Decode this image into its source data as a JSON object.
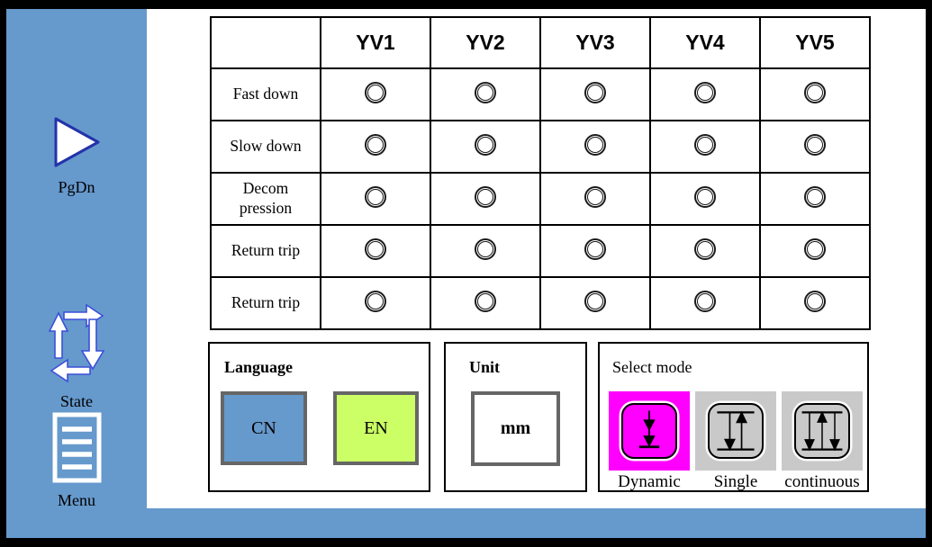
{
  "colors": {
    "frame_black": "#000000",
    "panel_blue": "#6699cc",
    "cn_button_blue": "#6699cc",
    "en_button_green": "#ccff66",
    "selected_mode_magenta": "#ff00ff",
    "mode_button_gray": "#c9c9c9",
    "button_border_gray": "#666666"
  },
  "sidebar": {
    "items": [
      {
        "label": "PgDn",
        "icon": "play-triangle-icon"
      },
      {
        "label": "State",
        "icon": "cycle-arrows-icon"
      },
      {
        "label": "Menu",
        "icon": "document-lines-icon"
      }
    ]
  },
  "valve_table": {
    "columns": [
      "YV1",
      "YV2",
      "YV3",
      "YV4",
      "YV5"
    ],
    "rows": [
      {
        "label": "Fast down",
        "indicators": [
          "off",
          "off",
          "off",
          "off",
          "off"
        ]
      },
      {
        "label": "Slow down",
        "indicators": [
          "off",
          "off",
          "off",
          "off",
          "off"
        ]
      },
      {
        "label": "Decom\npression",
        "indicators": [
          "off",
          "off",
          "off",
          "off",
          "off"
        ]
      },
      {
        "label": "Return trip",
        "indicators": [
          "off",
          "off",
          "off",
          "off",
          "off"
        ]
      },
      {
        "label": "Return trip",
        "indicators": [
          "off",
          "off",
          "off",
          "off",
          "off"
        ]
      }
    ]
  },
  "language_panel": {
    "title": "Language",
    "cn_label": "CN",
    "en_label": "EN"
  },
  "unit_panel": {
    "title": "Unit",
    "value": "mm"
  },
  "mode_panel": {
    "title": "Select mode",
    "modes": [
      {
        "label": "Dynamic",
        "selected": true,
        "icon": "dynamic-down-icon"
      },
      {
        "label": "Single",
        "selected": false,
        "icon": "single-cycle-icon"
      },
      {
        "label": "continuous",
        "selected": false,
        "icon": "continuous-cycle-icon"
      }
    ]
  }
}
